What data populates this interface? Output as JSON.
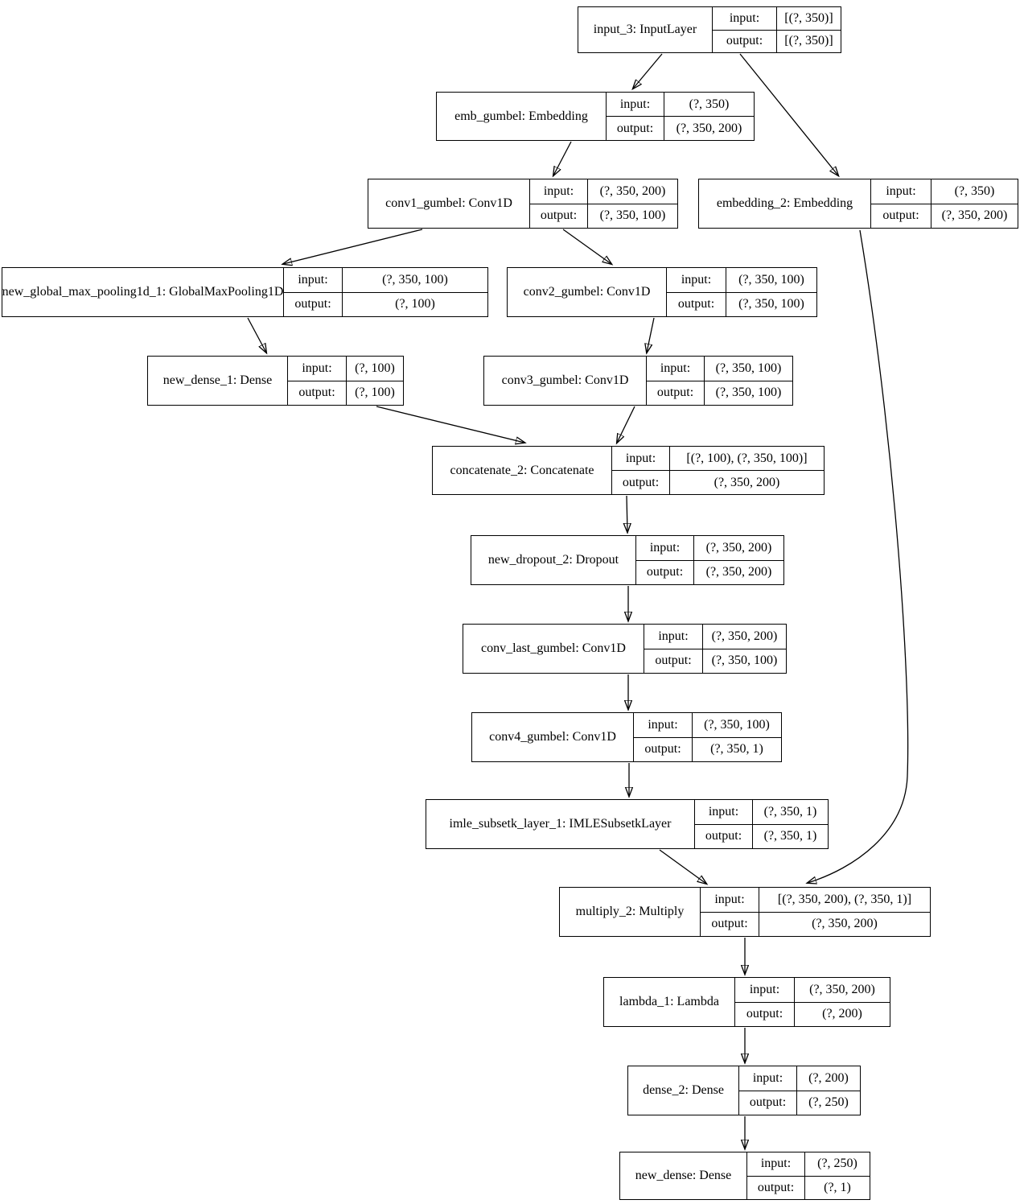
{
  "diagram": {
    "kind": "keras-model-architecture-graph",
    "colors": {
      "border": "#000000",
      "background": "#ffffff",
      "edge": "#000000",
      "text": "#000000"
    },
    "labels": {
      "input": "input:",
      "output": "output:"
    },
    "nodes": [
      {
        "id": "input_3",
        "label": "input_3: InputLayer",
        "input_shape": "[(?, 350)]",
        "output_shape": "[(?, 350)]"
      },
      {
        "id": "emb_gumbel",
        "label": "emb_gumbel: Embedding",
        "input_shape": "(?, 350)",
        "output_shape": "(?, 350, 200)"
      },
      {
        "id": "conv1_gumbel",
        "label": "conv1_gumbel: Conv1D",
        "input_shape": "(?, 350, 200)",
        "output_shape": "(?, 350, 100)"
      },
      {
        "id": "embedding_2",
        "label": "embedding_2: Embedding",
        "input_shape": "(?, 350)",
        "output_shape": "(?, 350, 200)"
      },
      {
        "id": "new_global_max_pooling1d_1",
        "label": "new_global_max_pooling1d_1: GlobalMaxPooling1D",
        "input_shape": "(?, 350, 100)",
        "output_shape": "(?, 100)"
      },
      {
        "id": "conv2_gumbel",
        "label": "conv2_gumbel: Conv1D",
        "input_shape": "(?, 350, 100)",
        "output_shape": "(?, 350, 100)"
      },
      {
        "id": "new_dense_1",
        "label": "new_dense_1: Dense",
        "input_shape": "(?, 100)",
        "output_shape": "(?, 100)"
      },
      {
        "id": "conv3_gumbel",
        "label": "conv3_gumbel: Conv1D",
        "input_shape": "(?, 350, 100)",
        "output_shape": "(?, 350, 100)"
      },
      {
        "id": "concatenate_2",
        "label": "concatenate_2: Concatenate",
        "input_shape": "[(?, 100), (?, 350, 100)]",
        "output_shape": "(?, 350, 200)"
      },
      {
        "id": "new_dropout_2",
        "label": "new_dropout_2: Dropout",
        "input_shape": "(?, 350, 200)",
        "output_shape": "(?, 350, 200)"
      },
      {
        "id": "conv_last_gumbel",
        "label": "conv_last_gumbel: Conv1D",
        "input_shape": "(?, 350, 200)",
        "output_shape": "(?, 350, 100)"
      },
      {
        "id": "conv4_gumbel",
        "label": "conv4_gumbel: Conv1D",
        "input_shape": "(?, 350, 100)",
        "output_shape": "(?, 350, 1)"
      },
      {
        "id": "imle_subsetk_layer_1",
        "label": "imle_subsetk_layer_1: IMLESubsetkLayer",
        "input_shape": "(?, 350, 1)",
        "output_shape": "(?, 350, 1)"
      },
      {
        "id": "multiply_2",
        "label": "multiply_2: Multiply",
        "input_shape": "[(?, 350, 200), (?, 350, 1)]",
        "output_shape": "(?, 350, 200)"
      },
      {
        "id": "lambda_1",
        "label": "lambda_1: Lambda",
        "input_shape": "(?, 350, 200)",
        "output_shape": "(?, 200)"
      },
      {
        "id": "dense_2",
        "label": "dense_2: Dense",
        "input_shape": "(?, 200)",
        "output_shape": "(?, 250)"
      },
      {
        "id": "new_dense",
        "label": "new_dense: Dense",
        "input_shape": "(?, 250)",
        "output_shape": "(?, 1)"
      }
    ],
    "edges": [
      {
        "from": "input_3",
        "to": "emb_gumbel"
      },
      {
        "from": "input_3",
        "to": "embedding_2"
      },
      {
        "from": "emb_gumbel",
        "to": "conv1_gumbel"
      },
      {
        "from": "conv1_gumbel",
        "to": "new_global_max_pooling1d_1"
      },
      {
        "from": "conv1_gumbel",
        "to": "conv2_gumbel"
      },
      {
        "from": "new_global_max_pooling1d_1",
        "to": "new_dense_1"
      },
      {
        "from": "conv2_gumbel",
        "to": "conv3_gumbel"
      },
      {
        "from": "new_dense_1",
        "to": "concatenate_2"
      },
      {
        "from": "conv3_gumbel",
        "to": "concatenate_2"
      },
      {
        "from": "concatenate_2",
        "to": "new_dropout_2"
      },
      {
        "from": "new_dropout_2",
        "to": "conv_last_gumbel"
      },
      {
        "from": "conv_last_gumbel",
        "to": "conv4_gumbel"
      },
      {
        "from": "conv4_gumbel",
        "to": "imle_subsetk_layer_1"
      },
      {
        "from": "imle_subsetk_layer_1",
        "to": "multiply_2"
      },
      {
        "from": "embedding_2",
        "to": "multiply_2"
      },
      {
        "from": "multiply_2",
        "to": "lambda_1"
      },
      {
        "from": "lambda_1",
        "to": "dense_2"
      },
      {
        "from": "dense_2",
        "to": "new_dense"
      }
    ]
  }
}
